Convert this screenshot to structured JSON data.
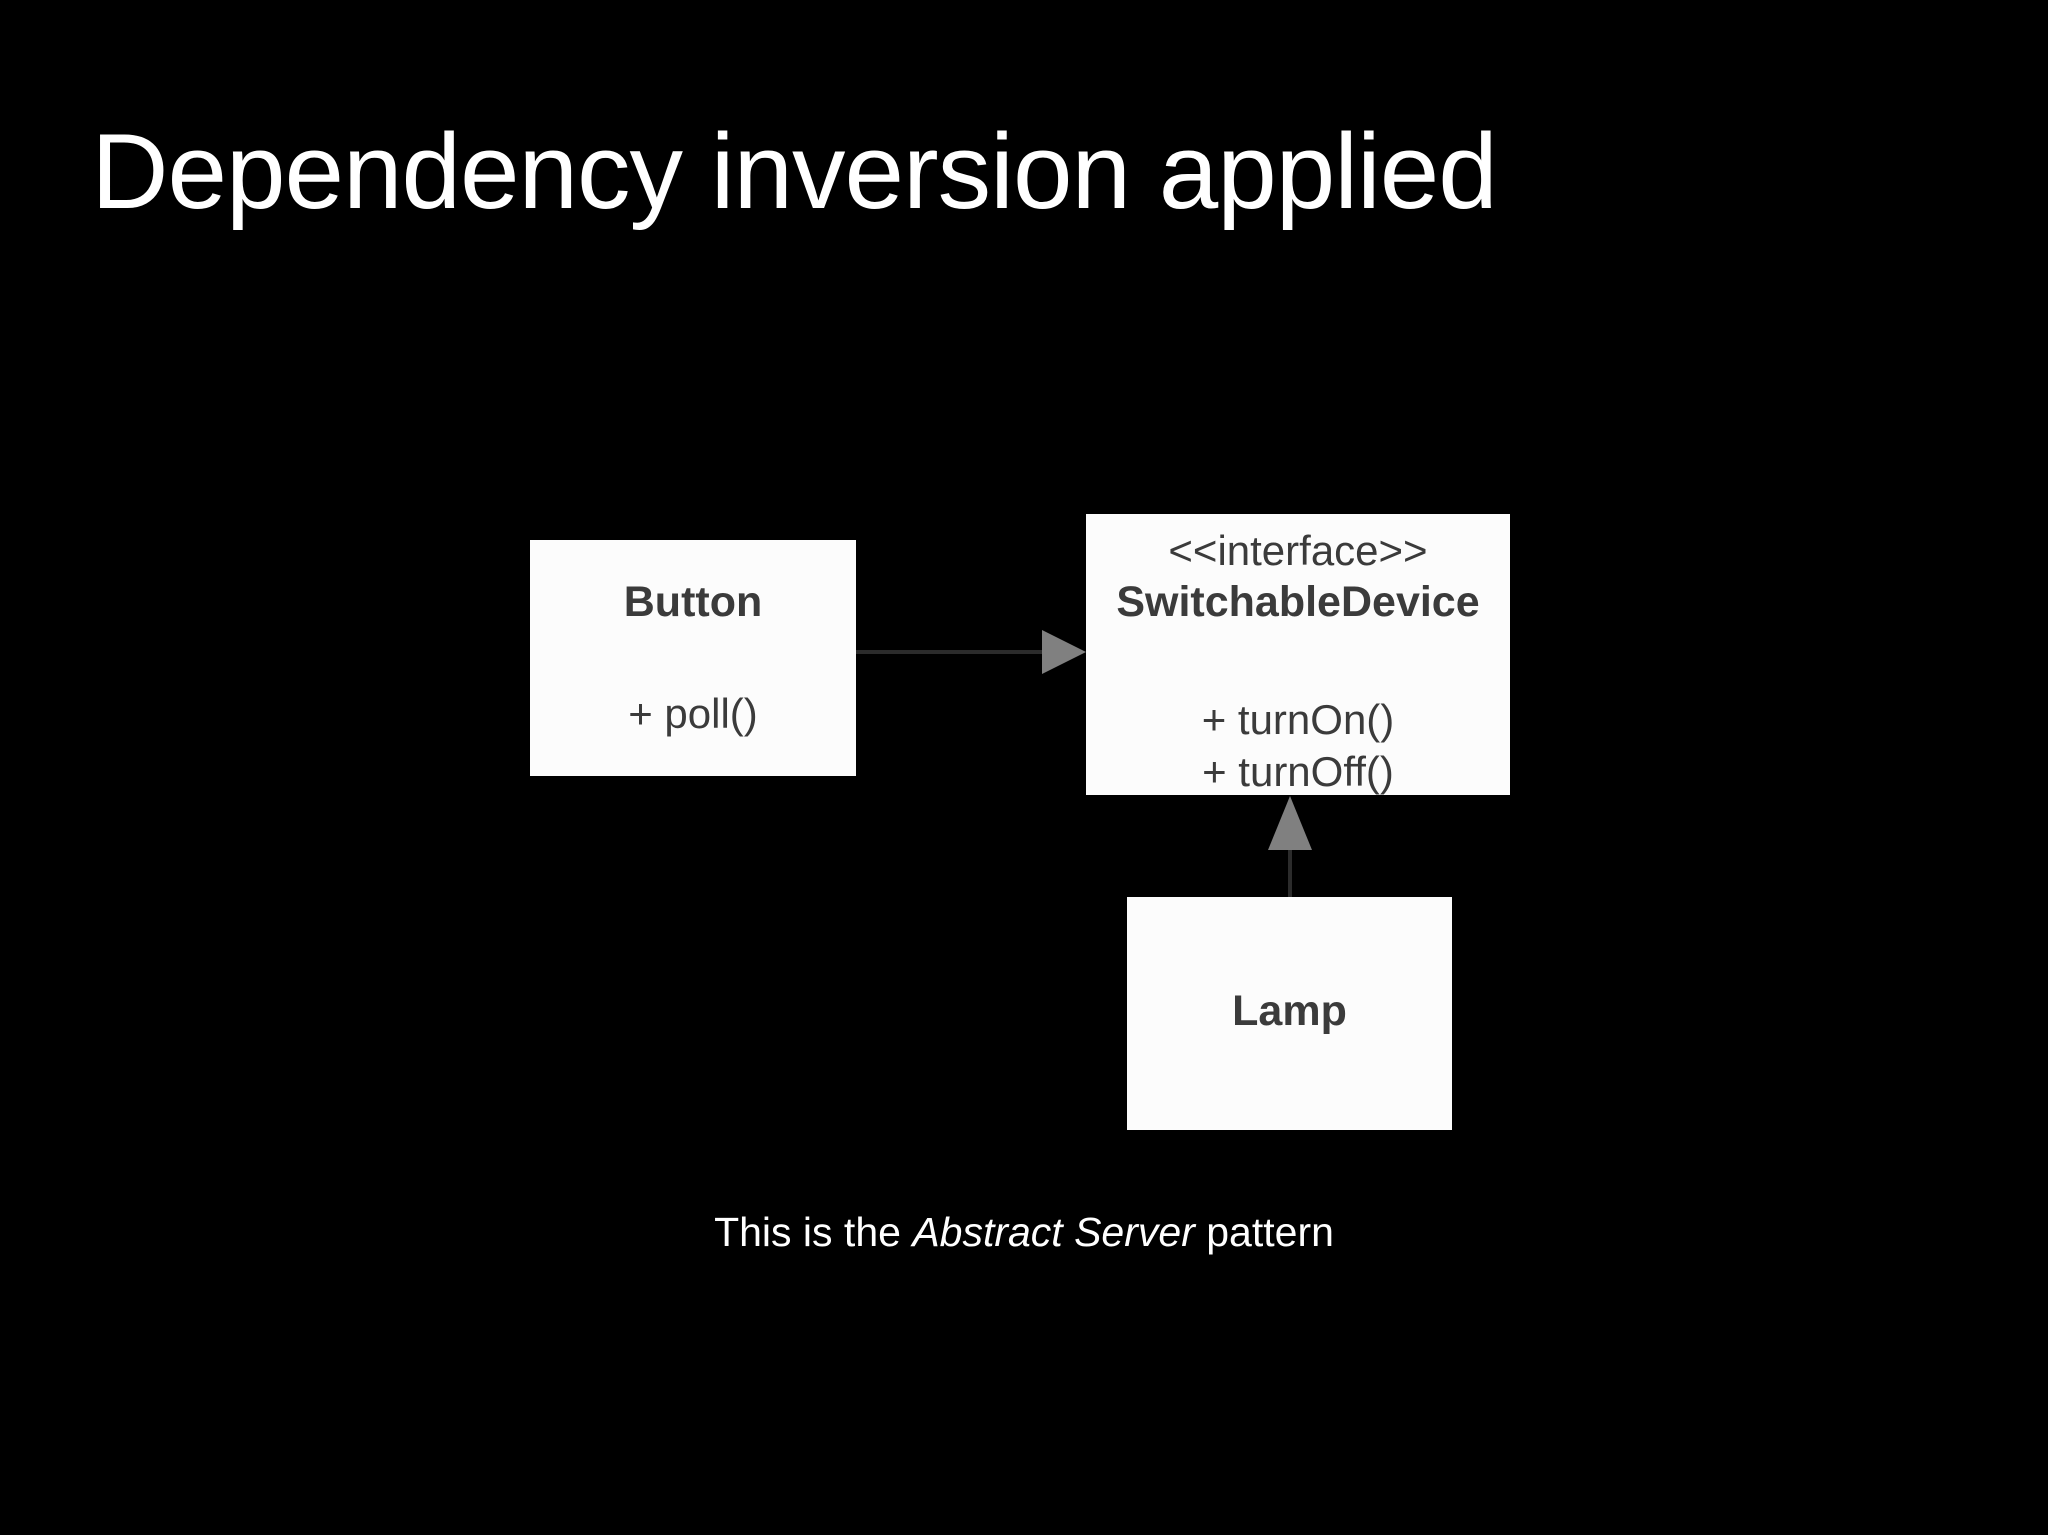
{
  "slide": {
    "title": "Dependency inversion applied",
    "background_color": "#000000",
    "title_color": "#ffffff",
    "caption": {
      "prefix": "This is the ",
      "emphasis": "Abstract Server",
      "suffix": " pattern"
    }
  },
  "diagram": {
    "type": "uml-class-diagram",
    "box_fill": "#fcfcfc",
    "box_text_color": "#3b3b3b",
    "connector_line_color": "#2b2b2b",
    "arrowhead_color": "#808080",
    "classes": [
      {
        "id": "button",
        "stereotype": "",
        "name": "Button",
        "members": [
          "+ poll()"
        ]
      },
      {
        "id": "switchable-device",
        "stereotype": "<<interface>>",
        "name": "SwitchableDevice",
        "members": [
          "+ turnOn()",
          "+ turnOff()"
        ]
      },
      {
        "id": "lamp",
        "stereotype": "",
        "name": "Lamp",
        "members": []
      }
    ],
    "relationships": [
      {
        "id": "button-uses-switchable-device",
        "kind": "dependency",
        "from": "Button",
        "to": "SwitchableDevice",
        "arrow": "open-solid-triangle-right"
      },
      {
        "id": "lamp-implements-switchable-device",
        "kind": "realization",
        "from": "Lamp",
        "to": "SwitchableDevice",
        "arrow": "solid-triangle-up"
      }
    ]
  }
}
